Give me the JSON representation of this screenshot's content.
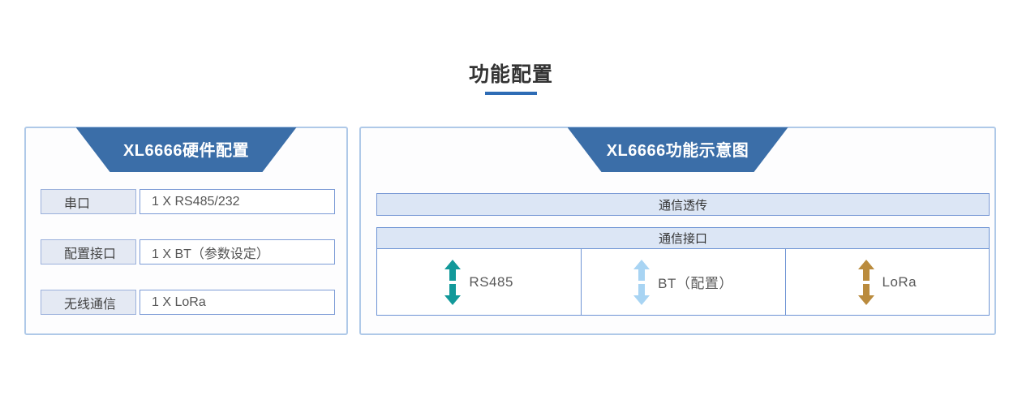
{
  "page": {
    "title": "功能配置"
  },
  "colors": {
    "accent_underline": "#2E6CB5",
    "trapezoid_blue": "#3B6EA8",
    "panel_border": "#AFC9E8",
    "box_border_blue": "#7C9BD6",
    "bar_fill": "#DCE6F5",
    "label_box_fill": "#E4E9F3"
  },
  "hardware_panel": {
    "title": "XL6666硬件配置",
    "rows": [
      {
        "label": "串口",
        "value": "1 X RS485/232"
      },
      {
        "label": "配置接口",
        "value": "1 X BT（参数设定）"
      },
      {
        "label": "无线通信",
        "value": "1 X LoRa"
      }
    ]
  },
  "function_panel": {
    "title": "XL6666功能示意图",
    "top_bar": "通信透传",
    "interface_header": "通信接口",
    "interfaces": [
      {
        "label": "RS485",
        "icon": "double-vertical-arrow-icon",
        "arrow_color": "#12999A"
      },
      {
        "label": "BT（配置）",
        "icon": "double-vertical-arrow-icon",
        "arrow_color": "#A8D4F3"
      },
      {
        "label": "LoRa",
        "icon": "double-vertical-arrow-icon",
        "arrow_color": "#BA8B3D"
      }
    ]
  }
}
